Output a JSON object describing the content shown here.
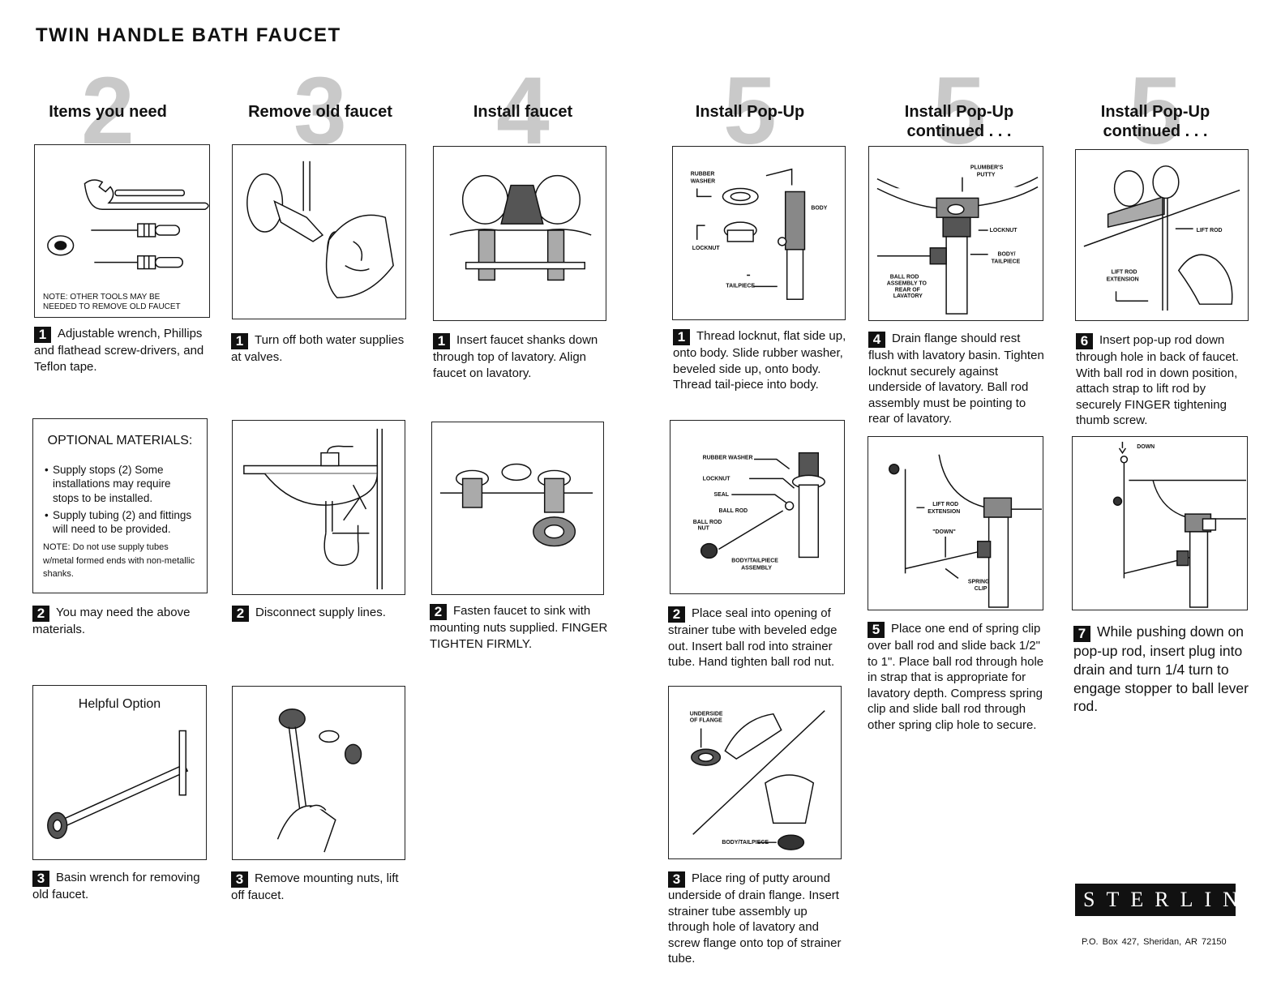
{
  "title": "TWIN HANDLE BATH FAUCET",
  "columns": [
    {
      "num": "2",
      "heading": "Items you need"
    },
    {
      "num": "3",
      "heading": "Remove old faucet"
    },
    {
      "num": "4",
      "heading": "Install faucet"
    },
    {
      "num": "5",
      "heading": "Install Pop-Up"
    },
    {
      "num": "5",
      "heading": "Install Pop-Up continued . . ."
    },
    {
      "num": "5",
      "heading": "Install Pop-Up continued . . ."
    }
  ],
  "items": {
    "note": "NOTE: OTHER TOOLS MAY BE NEEDED TO REMOVE OLD FAUCET",
    "step1": {
      "n": "1",
      "text": "Adjustable wrench, Phillips and flathead screw-drivers, and Teflon tape."
    },
    "optional_title": "OPTIONAL MATERIALS:",
    "optional_items": [
      "Supply stops (2) Some installations may require stops to be installed.",
      "Supply tubing (2) and fittings will need to be provided."
    ],
    "optional_note": "NOTE: Do not use supply tubes w/metal formed ends with non-metallic shanks.",
    "step2": {
      "n": "2",
      "text": "You may need the above materials."
    },
    "helpful": "Helpful Option",
    "step3": {
      "n": "3",
      "text": "Basin wrench for removing old faucet."
    }
  },
  "remove": {
    "step1": {
      "n": "1",
      "text": "Turn off both water supplies at valves."
    },
    "step2": {
      "n": "2",
      "text": "Disconnect supply lines."
    },
    "step3": {
      "n": "3",
      "text": "Remove mounting nuts, lift off faucet."
    }
  },
  "install": {
    "step1": {
      "n": "1",
      "text": "Insert faucet shanks down through top of lavatory. Align faucet on lavatory."
    },
    "step2": {
      "n": "2",
      "text": "Fasten faucet to sink with mounting nuts supplied. FINGER TIGHTEN FIRMLY."
    }
  },
  "popup": {
    "labels1": {
      "rubber_washer_1": "RUBBER",
      "rubber_washer_2": "WASHER",
      "body": "BODY",
      "locknut": "LOCKNUT",
      "tailpiece": "TAILPIECE"
    },
    "step1": {
      "n": "1",
      "text": "Thread locknut, flat side up, onto body. Slide rubber washer, beveled side up, onto body. Thread tail-piece into body."
    },
    "labels2": {
      "rubber_washer": "RUBBER WASHER",
      "locknut": "LOCKNUT",
      "seal": "SEAL",
      "ball_rod": "BALL ROD",
      "ball_rod_nut_1": "BALL ROD",
      "ball_rod_nut_2": "NUT",
      "body_1": "BODY/TAILPIECE",
      "body_2": "ASSEMBLY"
    },
    "step2": {
      "n": "2",
      "text": "Place seal into opening of strainer tube with beveled edge out. Insert ball rod into strainer tube. Hand tighten ball rod nut."
    },
    "labels3": {
      "underside_1": "UNDERSIDE",
      "underside_2": "OF FLANGE",
      "body": "BODY/TAILPIECE"
    },
    "step3": {
      "n": "3",
      "text": "Place ring of putty around underside of drain flange. Insert strainer tube assembly up through hole of lavatory and screw flange onto top of strainer tube."
    }
  },
  "popup2": {
    "labels4": {
      "putty_1": "PLUMBER'S",
      "putty_2": "PUTTY",
      "locknut": "LOCKNUT",
      "body_1": "BODY/",
      "body_2": "TAILPIECE",
      "ball_1": "BALL ROD",
      "ball_2": "ASSEMBLY TO",
      "ball_3": "REAR OF",
      "ball_4": "LAVATORY"
    },
    "step4": {
      "n": "4",
      "text": "Drain flange should rest flush with lavatory basin. Tighten locknut securely against underside of lavatory. Ball rod assembly must be pointing to rear of lavatory."
    },
    "labels5": {
      "lift_1": "LIFT ROD",
      "lift_2": "EXTENSION",
      "down": "\"DOWN\"",
      "spring_1": "SPRING",
      "spring_2": "CLIP"
    },
    "step5": {
      "n": "5",
      "text": "Place one end of spring clip over ball rod and slide back 1/2\" to 1\". Place ball rod through hole in strap that is appropriate for lavatory depth. Compress spring clip and slide ball rod through other spring clip hole to secure."
    }
  },
  "popup3": {
    "labels6": {
      "lift_rod": "LIFT ROD",
      "ext_1": "LIFT ROD",
      "ext_2": "EXTENSION"
    },
    "step6": {
      "n": "6",
      "text": "Insert pop-up rod down through hole in back of faucet. With ball rod in down position, attach strap to lift rod by securely FINGER tightening thumb screw."
    },
    "labels7": {
      "down": "DOWN"
    },
    "step7": {
      "n": "7",
      "text": "While pushing down on pop-up rod, insert plug into drain and turn 1/4 turn to engage stopper to ball lever rod."
    }
  },
  "brand": "STERLING",
  "address": "P.O. Box 427,  Sheridan, AR  72150"
}
